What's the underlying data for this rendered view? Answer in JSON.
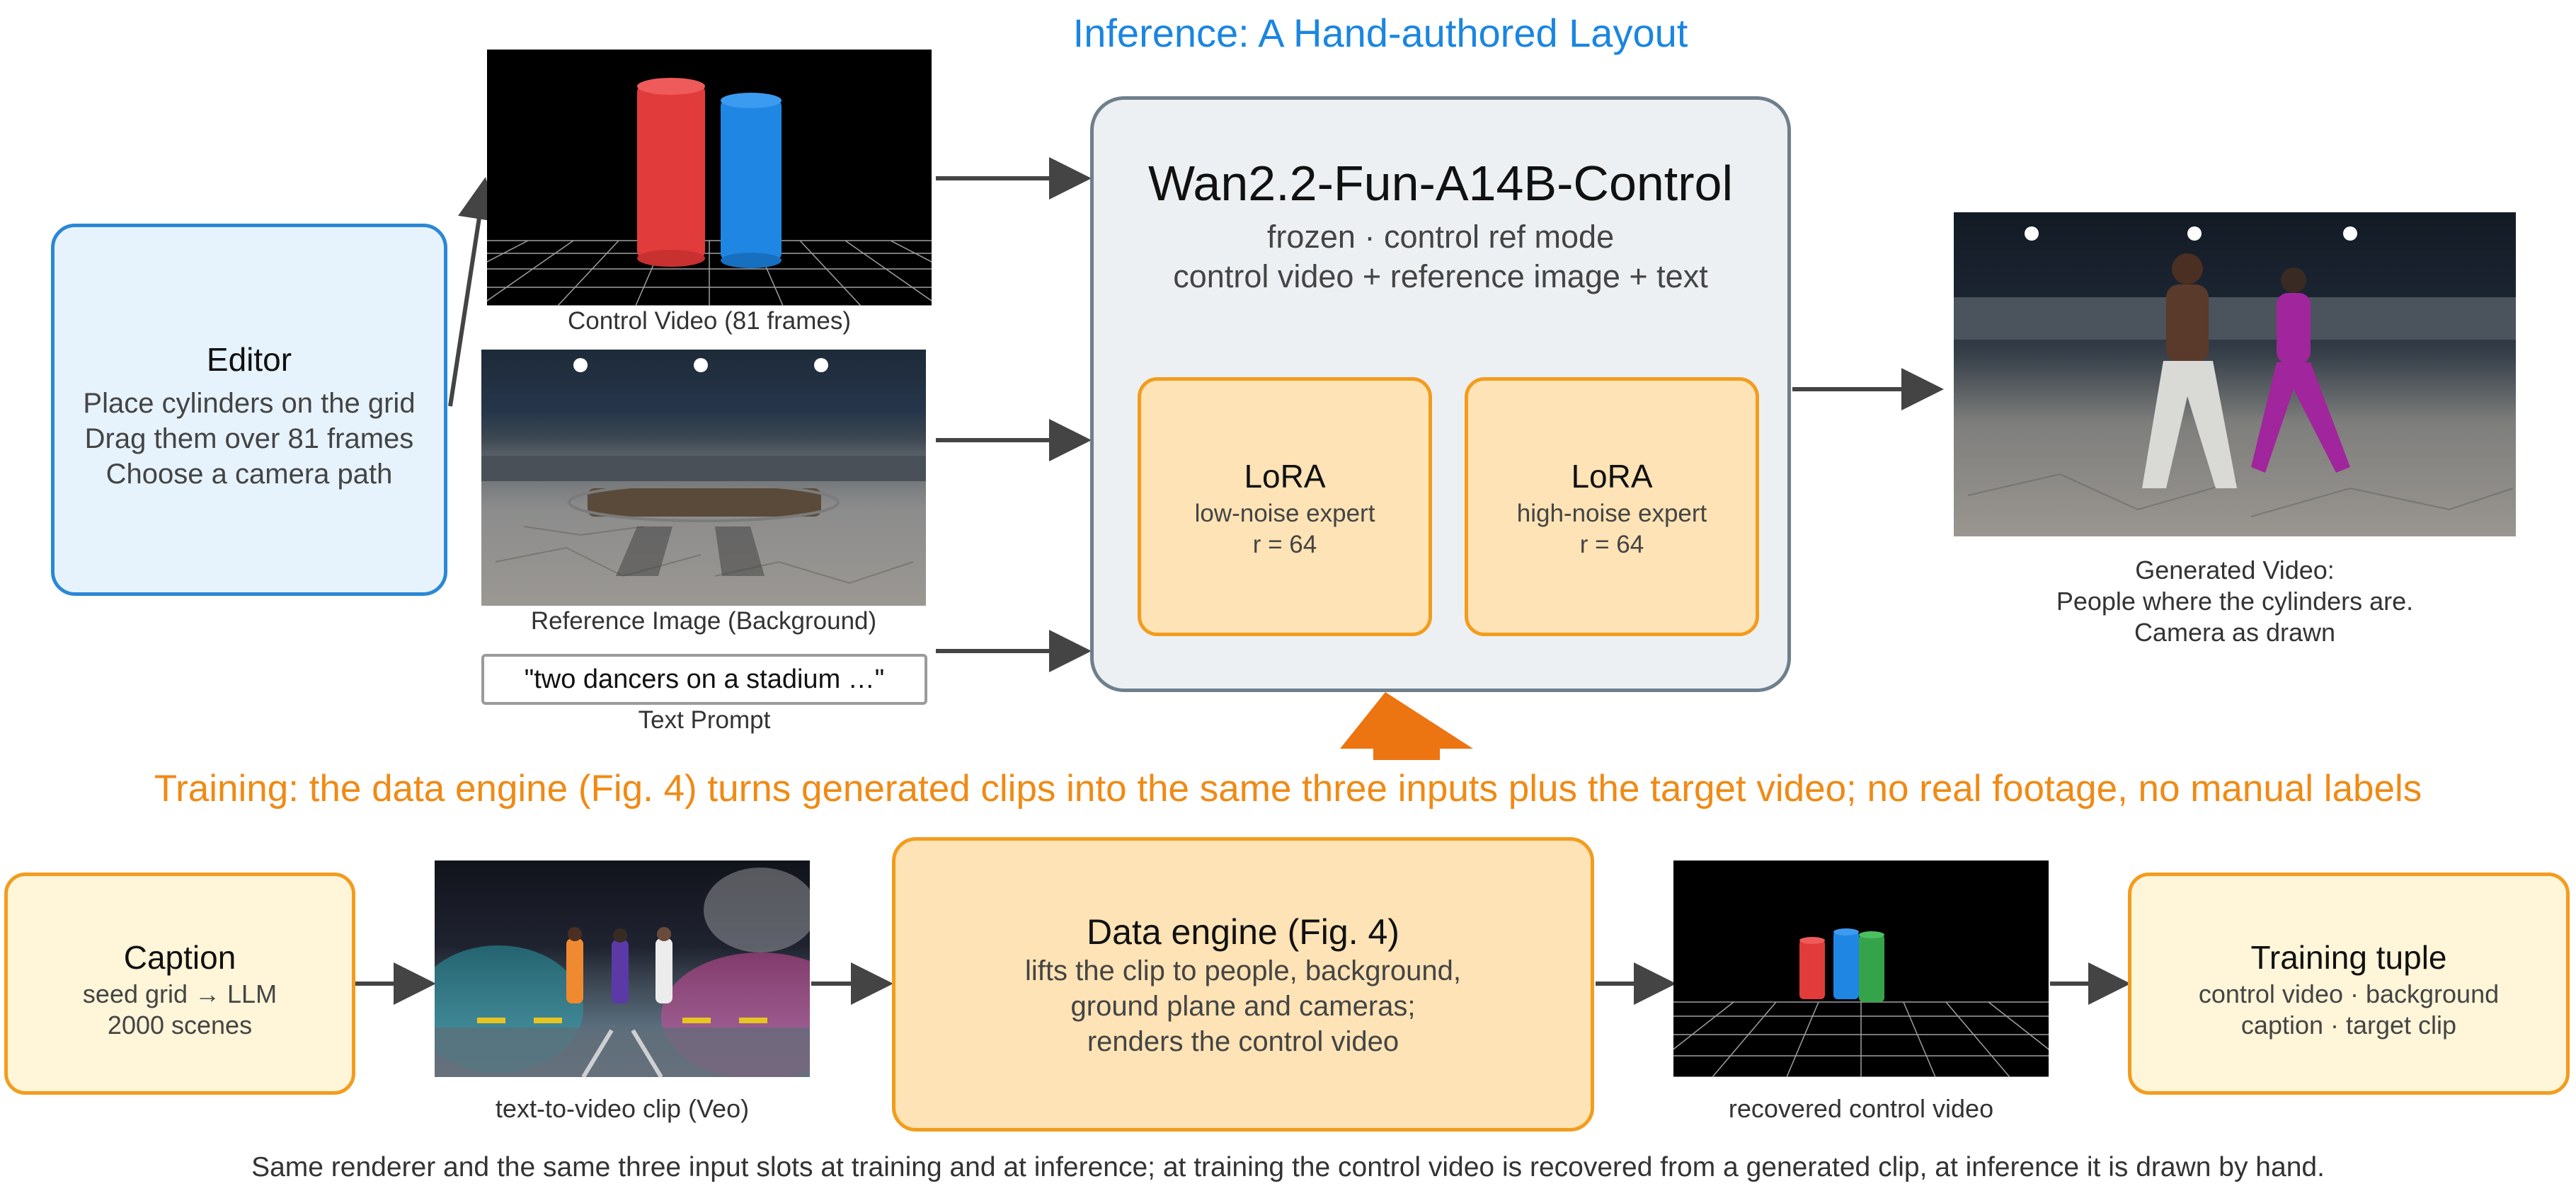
{
  "inference": {
    "title": "Inference: A Hand-authored Layout",
    "editor": {
      "title": "Editor",
      "lines": [
        "Place cylinders on the grid",
        "Drag them over 81 frames",
        "Choose a camera path"
      ]
    },
    "control_video_caption": "Control Video (81 frames)",
    "reference_image_caption": "Reference Image (Background)",
    "prompt_text": "\"two dancers on a stadium …\"",
    "prompt_caption": "Text Prompt",
    "model": {
      "title": "Wan2.2-Fun-A14B-Control",
      "subtitle1": "frozen · control ref mode",
      "subtitle2": "control video + reference image + text",
      "lora_low": {
        "title": "LoRA",
        "desc": "low-noise expert",
        "rank": "r = 64"
      },
      "lora_high": {
        "title": "LoRA",
        "desc": "high-noise expert",
        "rank": "r = 64"
      }
    },
    "output": {
      "line1": "Generated Video:",
      "line2": "People where the cylinders are.",
      "line3": "Camera as drawn"
    }
  },
  "training": {
    "title": "Training: the data engine (Fig. 4) turns generated clips into the same three inputs plus the target video; no real footage, no manual labels",
    "caption_box": {
      "title": "Caption",
      "line1": "seed grid → LLM",
      "line2": "2000 scenes"
    },
    "t2v_caption": "text-to-video clip (Veo)",
    "engine": {
      "title": "Data engine (Fig. 4)",
      "lines": [
        "lifts the clip to people, background,",
        "ground plane and cameras;",
        "renders the control video"
      ]
    },
    "recovered_caption": "recovered control video",
    "tuple": {
      "title": "Training tuple",
      "line1": "control video · background",
      "line2": "caption · target clip"
    }
  },
  "footer": "Same renderer and the same three input slots at training and at inference; at training the control video is recovered from a generated clip, at inference it is drawn by hand.",
  "colors": {
    "inference_blue": "#1a86e0",
    "training_orange": "#f08a14",
    "lora_fill": "#fde3b5",
    "cylinder_red": "#e23b3b",
    "cylinder_blue": "#1f86e3",
    "cylinder_green": "#35a34a"
  }
}
